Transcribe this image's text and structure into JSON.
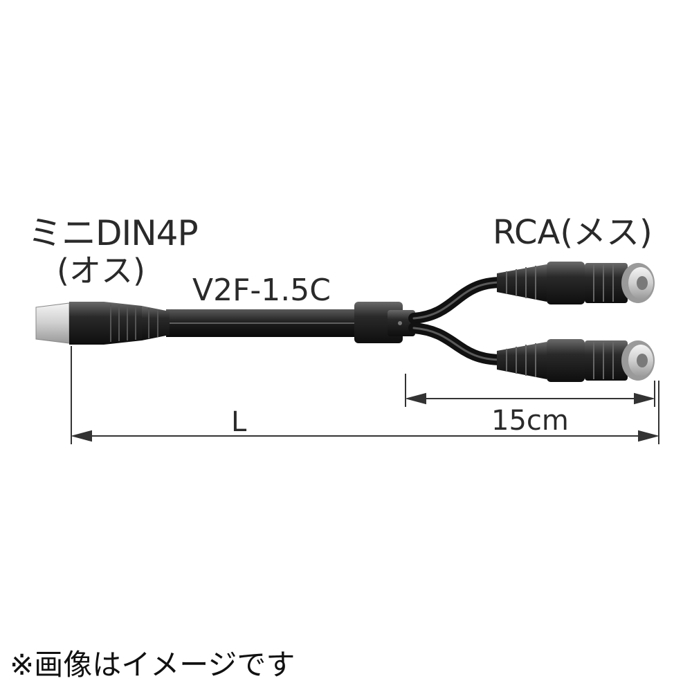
{
  "labels": {
    "left_connector_line1": "ミニDIN4P",
    "left_connector_line2": "(オス)",
    "cable_type": "V2F-1.5C",
    "right_connector": "RCA(メス)",
    "dim_total": "L",
    "dim_branch": "15cm",
    "note": "※画像はイメージです"
  },
  "colors": {
    "cable": "#1a1a1a",
    "plug_tip": "#d9d9d9",
    "dimension_line": "#333333",
    "text": "#2a2a2a"
  }
}
